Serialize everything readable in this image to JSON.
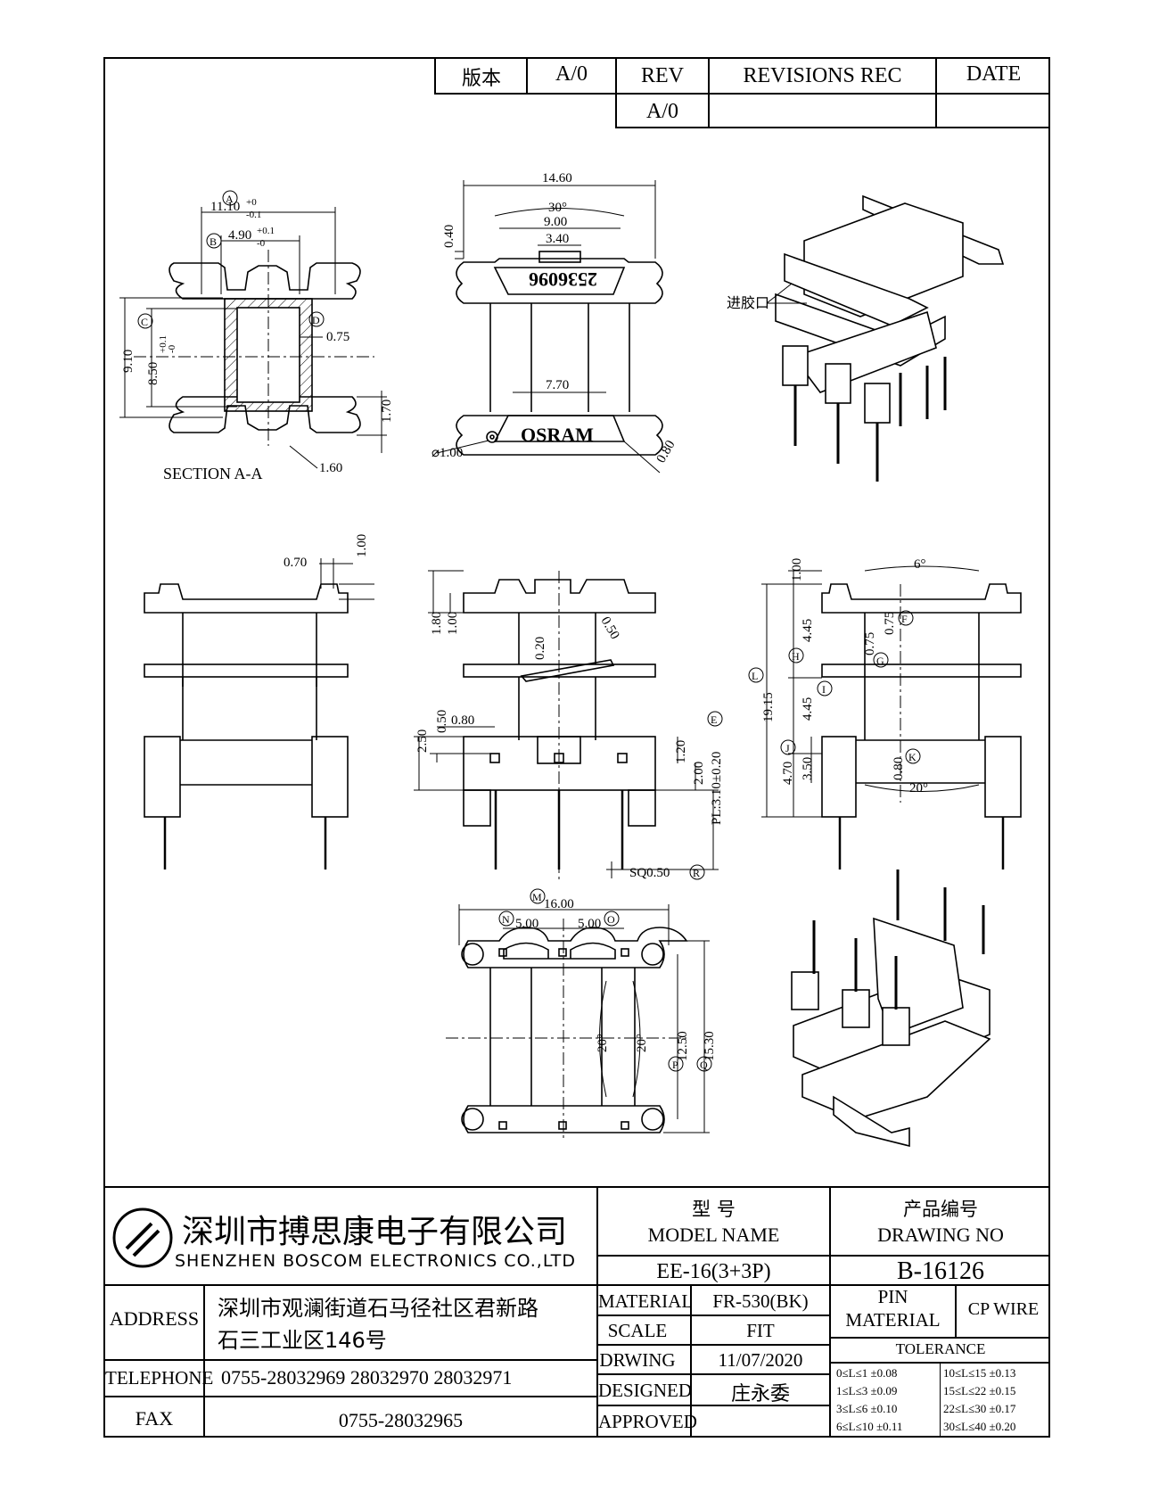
{
  "revision_block": {
    "version_label": "版本",
    "version_value": "A/0",
    "rev_header": "REV",
    "revisions_header": "REVISIONS REC",
    "date_header": "DATE",
    "rev_value": "A/0"
  },
  "views": {
    "section_label": "SECTION A-A",
    "gate_label": "进胶口",
    "brand_mark_top": "2536096",
    "brand_mark_bottom": "OSRAM",
    "top_view_dims": [
      "14.60",
      "30°",
      "9.00",
      "3.40",
      "0.40",
      "7.70",
      "1.00",
      "0.80"
    ],
    "section_dims": [
      "11.10",
      "+0",
      "-0.1",
      "4.90",
      "+0.1",
      "-0",
      "9.10",
      "8.50",
      "+0.1",
      "-0",
      "0.75",
      "1.70",
      "1.60"
    ],
    "side_left_dims": [
      "0.70",
      "1.00"
    ],
    "front_dims": [
      "1.80",
      "1.00",
      "0.20",
      "0.50",
      "0.80",
      "0.50",
      "2.50",
      "1.20",
      "2.00",
      "PL:3.10±0.20",
      "SQ0.50"
    ],
    "side_right_dims": [
      "6°",
      "1.00",
      "4.45",
      "0.75",
      "0.75",
      "19.15",
      "4.45",
      "3.50",
      "4.70",
      "0.80",
      "20°"
    ],
    "bottom_view_dims": [
      "16.00",
      "5.00",
      "5.00",
      "12.50",
      "15.30",
      "20°",
      "20°"
    ],
    "balloons": [
      "A",
      "B",
      "C",
      "D",
      "E",
      "F",
      "G",
      "H",
      "I",
      "J",
      "K",
      "L",
      "M",
      "N",
      "O",
      "P",
      "Q",
      "R"
    ]
  },
  "title_block": {
    "company_cn": "深圳市搏思康电子有限公司",
    "company_en": "SHENZHEN BOSCOM ELECTRONICS CO.,LTD",
    "model_cn": "型    号",
    "model_en": "MODEL NAME",
    "model_value": "EE-16(3+3P)",
    "drawing_cn": "产品编号",
    "drawing_en": "DRAWING NO",
    "drawing_value": "B-16126",
    "address_label": "ADDRESS",
    "address_line1": "深圳市观澜街道石马径社区君新路",
    "address_line2": "石三工业区146号",
    "telephone_label": "TELEPHONE",
    "telephone_value": "0755-28032969 28032970 28032971",
    "fax_label": "FAX",
    "fax_value": "0755-28032965",
    "material_label": "MATERIAL",
    "material_value": "FR-530(BK)",
    "scale_label": "SCALE",
    "scale_value": "FIT",
    "drwing_label": "DRWING",
    "drwing_value": "11/07/2020",
    "designed_label": "DESIGNED",
    "designed_value": "庄永委",
    "approved_label": "APPROVED",
    "pin_material_label_1": "PIN",
    "pin_material_label_2": "MATERIAL",
    "pin_material_value": "CP WIRE",
    "tolerance_label": "TOLERANCE",
    "tolerances_left": [
      "0≤L≤1   ±0.08",
      "1≤L≤3   ±0.09",
      "3≤L≤6   ±0.10",
      "6≤L≤10  ±0.11"
    ],
    "tolerances_right": [
      "10≤L≤15  ±0.13",
      "15≤L≤22  ±0.15",
      "22≤L≤30  ±0.17",
      "30≤L≤40  ±0.20"
    ]
  }
}
